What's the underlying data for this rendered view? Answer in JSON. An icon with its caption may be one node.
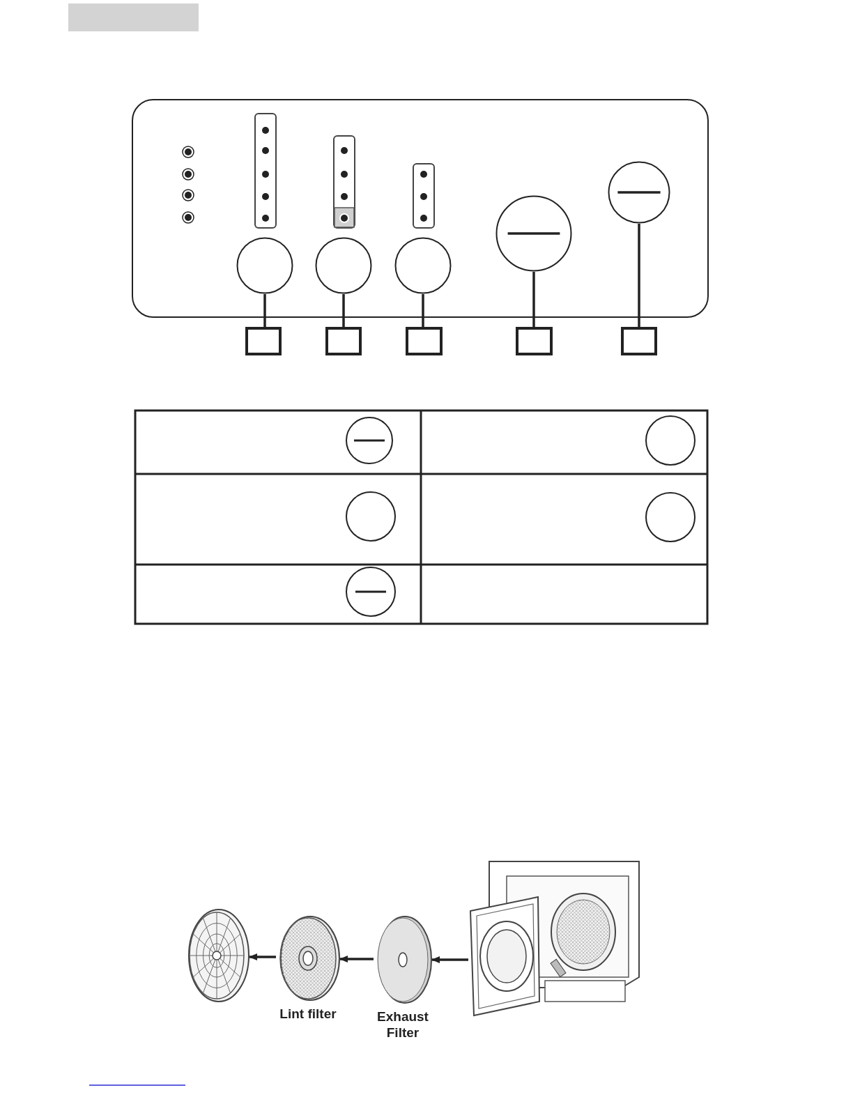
{
  "diagram": {
    "nodes": [
      {
        "text": [],
        "shape": "circle"
      },
      {
        "text": [],
        "shape": "circle"
      },
      {
        "text": [],
        "shape": "circle"
      },
      {
        "text": [],
        "shape": "circle"
      },
      {
        "text": [],
        "shape": "circle"
      },
      {
        "text": [],
        "shape": "box"
      },
      {
        "text": [],
        "shape": "box"
      },
      {
        "text": [],
        "shape": "box"
      },
      {
        "text": [],
        "shape": "box"
      },
      {
        "text": [],
        "shape": "box"
      },
      {
        "text": [],
        "shape": "picture"
      },
      {
        "text": [],
        "shape": "picture",
        "beside": [
          "Lint filter"
        ]
      },
      {
        "text": [],
        "shape": "picture",
        "beside": [
          "Exhaust Filter"
        ]
      },
      {
        "text": [],
        "shape": "picture"
      }
    ],
    "edges": [
      {
        "from": 0,
        "to": 5,
        "arrow": "none"
      },
      {
        "from": 1,
        "to": 6,
        "arrow": "none"
      },
      {
        "from": 2,
        "to": 7,
        "arrow": "none"
      },
      {
        "from": 3,
        "to": 8,
        "arrow": "none"
      },
      {
        "from": 4,
        "to": 9,
        "arrow": "none"
      },
      {
        "from": 13,
        "to": 12,
        "arrow": "to"
      },
      {
        "from": 12,
        "to": 11,
        "arrow": "to"
      },
      {
        "from": 11,
        "to": 10,
        "arrow": "to"
      }
    ]
  }
}
